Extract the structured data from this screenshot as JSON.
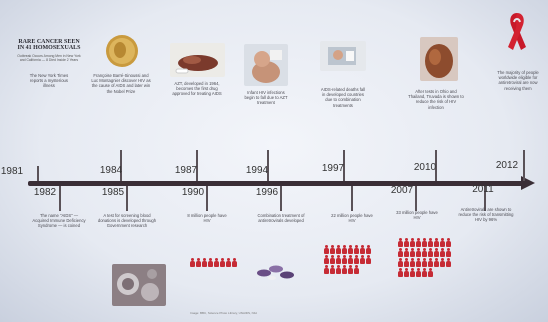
{
  "headline": {
    "title_line1": "RARE CANCER SEEN",
    "title_line2": "IN 41 HOMOSEXUALS",
    "subtitle": "Outbreak Occurs Among Men in New York and California — 8 Died Inside 2 Years"
  },
  "timeline": {
    "top_years": [
      "1981",
      "1984",
      "1987",
      "1994",
      "1997",
      "2010",
      "2012"
    ],
    "bottom_years": [
      "1982",
      "1985",
      "1990",
      "1996",
      "2007",
      "2011"
    ]
  },
  "events": {
    "e1981": "The New York Times reports a mysterious illness",
    "e1984": "Françoise Barré-Sinoussi and Luc Montagnier discover HIV as the cause of AIDS and later win the Nobel Prize",
    "e1987": "AZT, developed in 1964, becomes the first drug approved for treating AIDS",
    "e1994": "Infant HIV infections begin to fall due to AZT treatment",
    "e1997": "AIDS-related deaths fall in developed countries due to combination treatments",
    "e2010": "After tests in Ohio and Thailand, Truvada is shown to reduce the risk of HIV infection",
    "e2012": "The majority of people worldwide eligible for antiretroviral are now receiving them",
    "e1982": "The name \"AIDS\" — Acquired Immune Deficiency Syndrome — is coined",
    "e1985": "A test for screening blood donations is developed through Government research",
    "e1990": "8 million people have HIV",
    "e1996": "Combination treatment of antiretrovirals developed",
    "e1997b": "22 million people have HIV",
    "e2007": "33 million people have HIV",
    "e2011": "Antiretrovirals are shown to reduce the risk of transmitting HIV by 96%"
  },
  "source": "Image: BBC, Science Photo Library, UNAIDS, NIH",
  "colors": {
    "ribbon": "#c8192a",
    "person": "#c62b35",
    "axis": "#3a2e36"
  }
}
